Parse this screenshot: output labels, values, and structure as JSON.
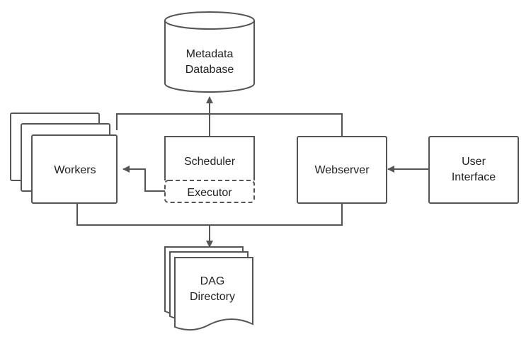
{
  "nodes": {
    "metadata_database": {
      "line1": "Metadata",
      "line2": "Database"
    },
    "workers": {
      "label": "Workers"
    },
    "scheduler": {
      "label": "Scheduler"
    },
    "executor": {
      "label": "Executor"
    },
    "webserver": {
      "label": "Webserver"
    },
    "user_interface": {
      "line1": "User",
      "line2": "Interface"
    },
    "dag_directory": {
      "line1": "DAG",
      "line2": "Directory"
    }
  },
  "colors": {
    "stroke": "#555555",
    "text": "#222222",
    "fill": "#ffffff"
  }
}
